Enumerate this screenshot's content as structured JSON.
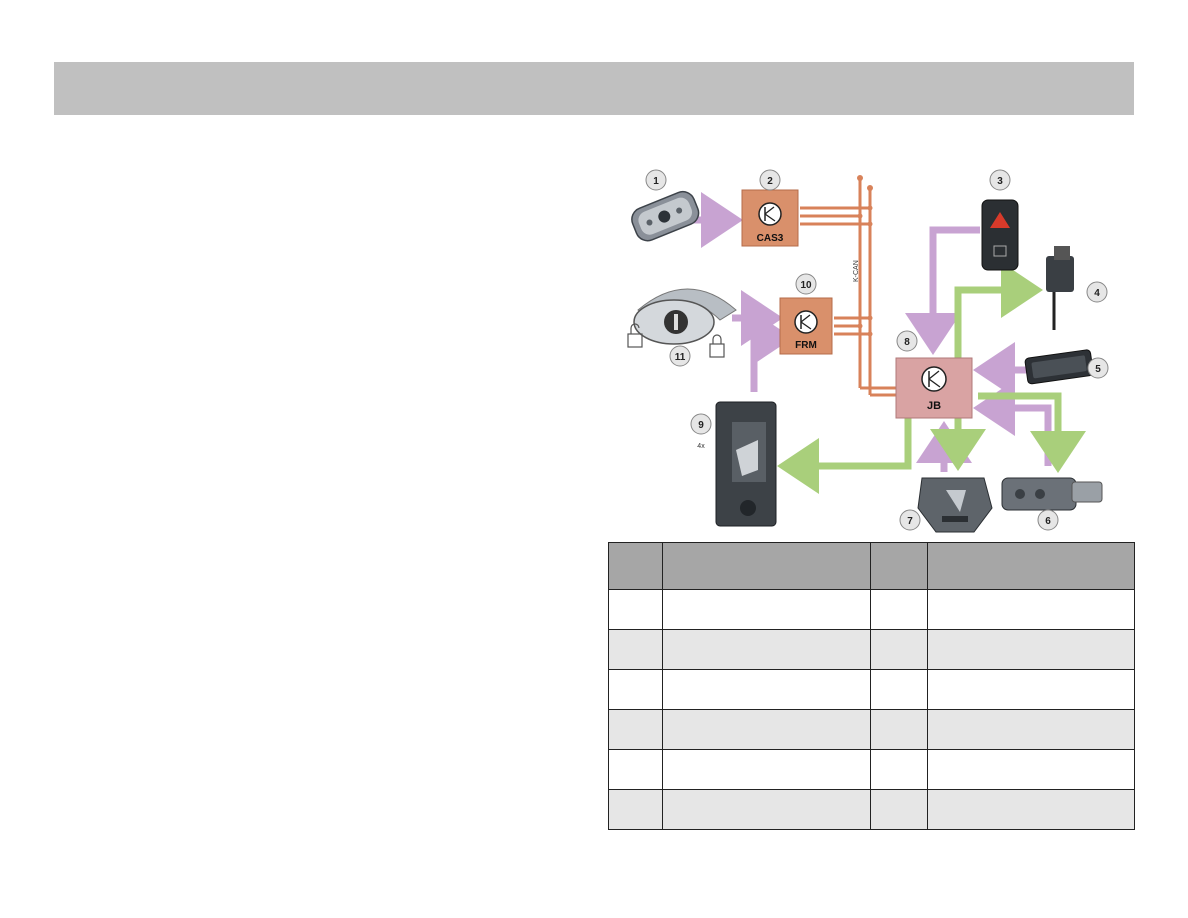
{
  "header": {
    "title": ""
  },
  "diagram": {
    "callouts": [
      "1",
      "2",
      "3",
      "4",
      "5",
      "6",
      "7",
      "8",
      "9",
      "10",
      "11"
    ],
    "modules": {
      "cas": "CAS3",
      "frm": "FRM",
      "jb": "JB"
    },
    "bus_label": "K-CAN",
    "multiplier": "4x",
    "colors": {
      "bus": "#d8825a",
      "module_fill": "#d9906b",
      "jb_fill": "#d9a3a3",
      "purple_signal": "#c8a3d2",
      "green_signal": "#a9cf7b"
    }
  },
  "legend": {
    "headers": [
      "",
      "",
      "",
      ""
    ],
    "rows": [
      [
        "",
        "",
        "",
        ""
      ],
      [
        "",
        "",
        "",
        ""
      ],
      [
        "",
        "",
        "",
        ""
      ],
      [
        "",
        "",
        "",
        ""
      ],
      [
        "",
        "",
        "",
        ""
      ],
      [
        "",
        "",
        "",
        ""
      ]
    ]
  }
}
